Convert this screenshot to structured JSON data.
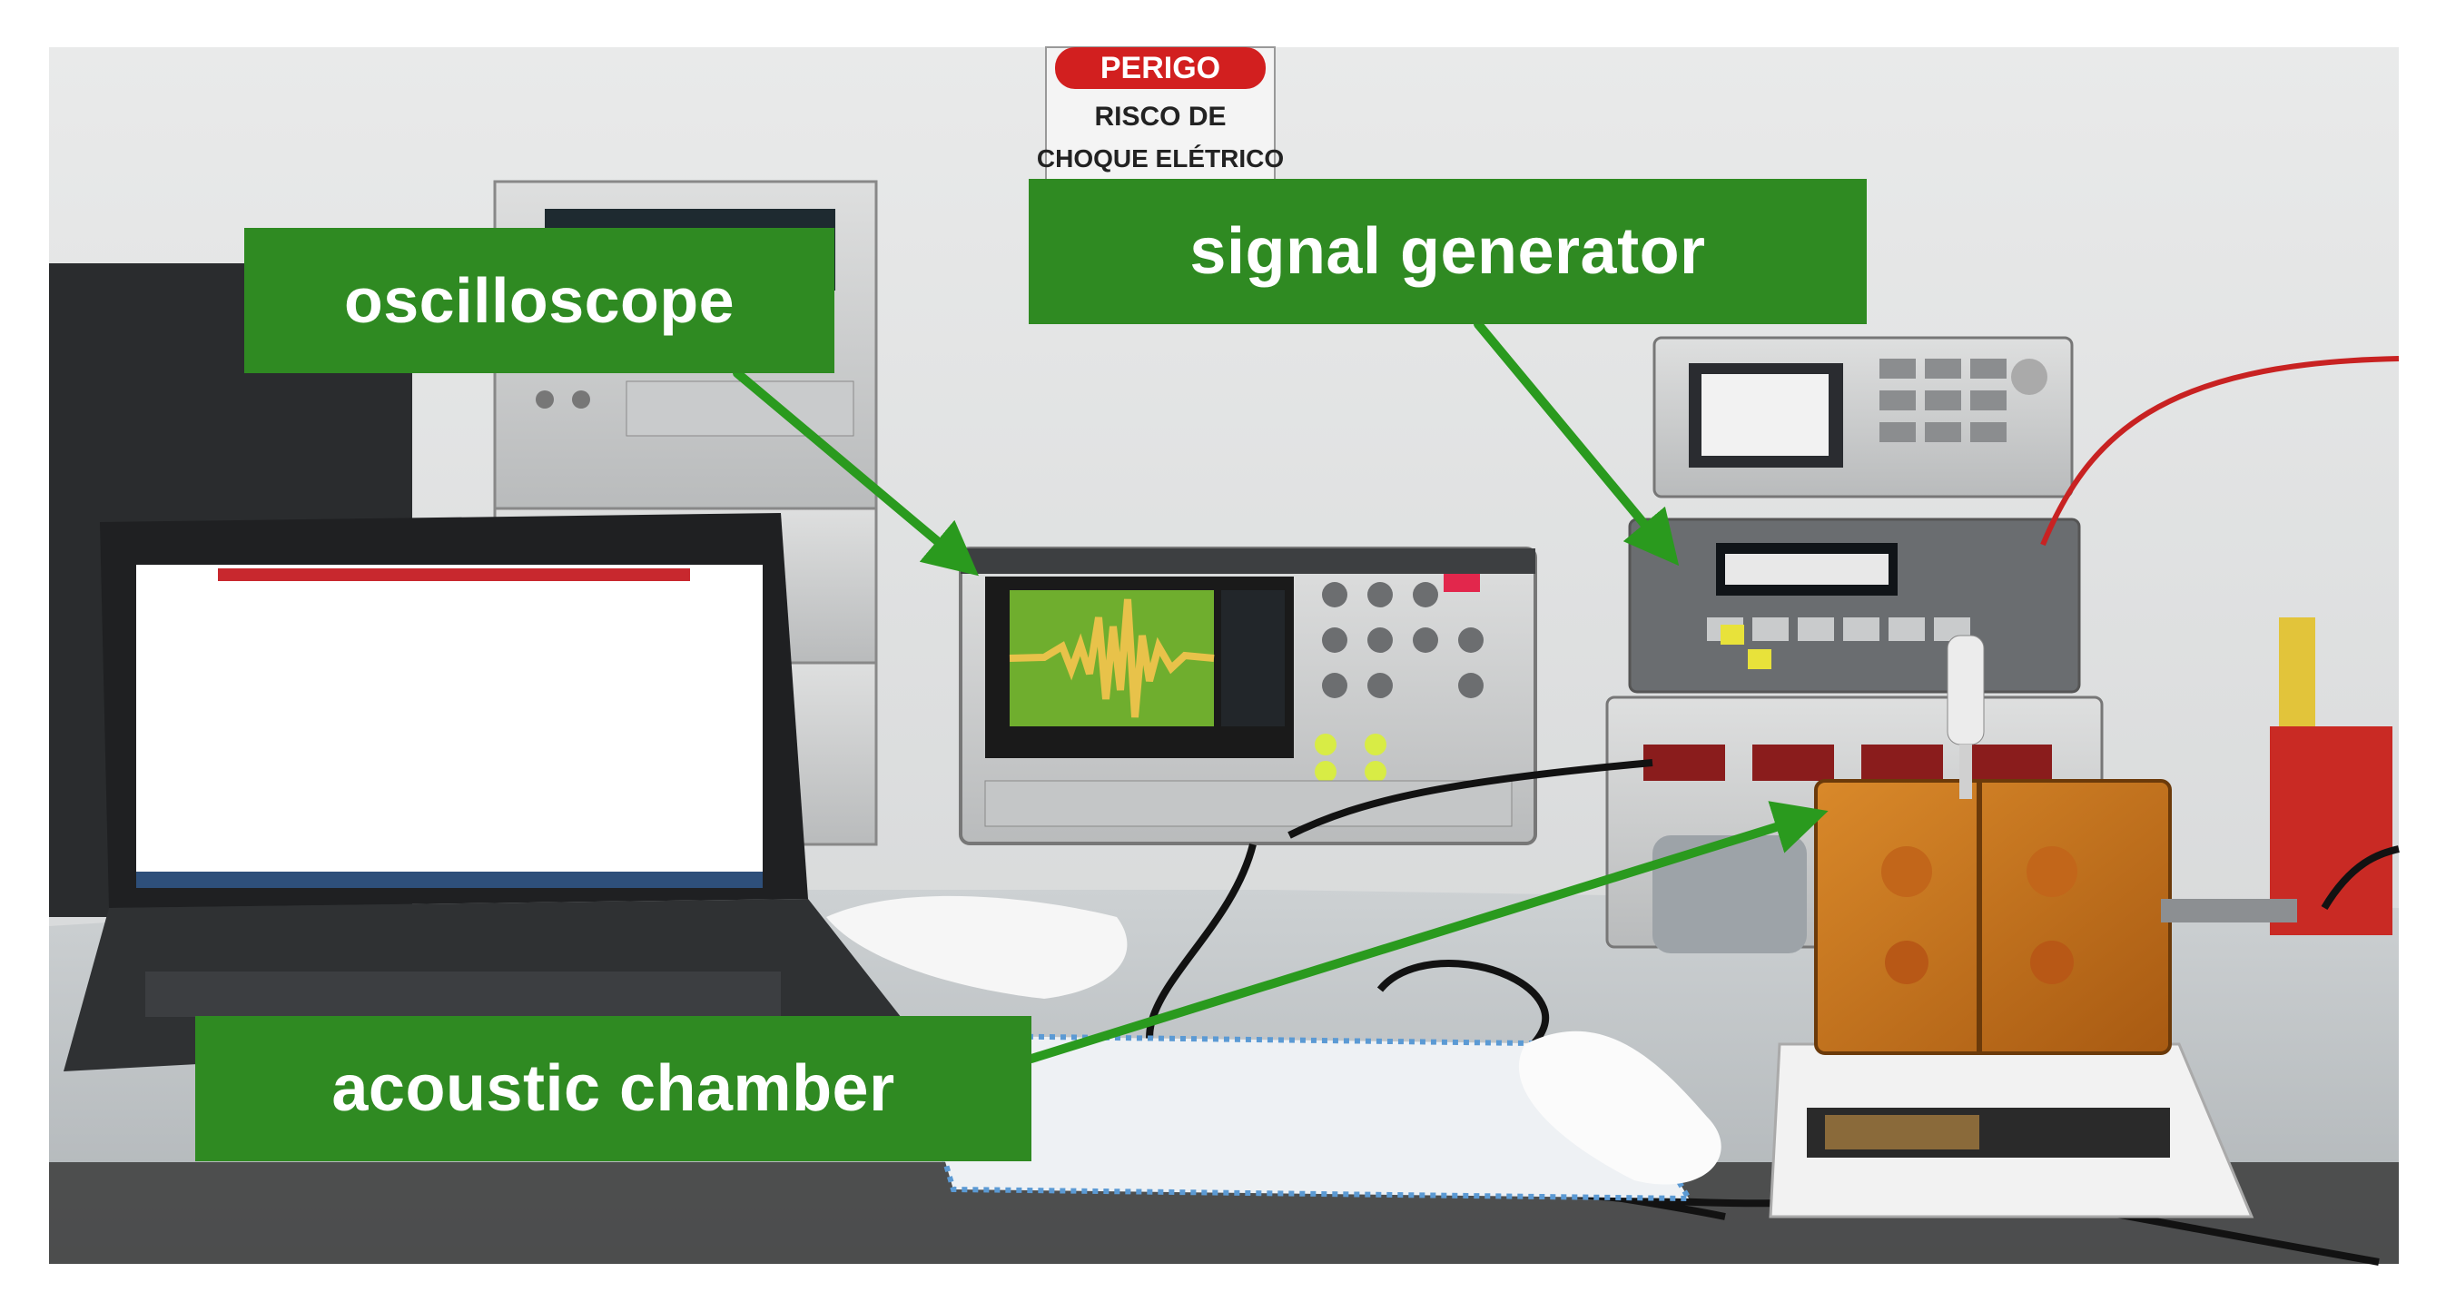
{
  "annotations": {
    "oscilloscope": "oscilloscope",
    "signal_generator": "signal generator",
    "acoustic_chamber": "acoustic chamber"
  },
  "warning_sign": {
    "title": "PERIGO",
    "line1": "RISCO DE",
    "line2": "CHOQUE ELÉTRICO"
  },
  "colors": {
    "label_background": "#2f8a22",
    "label_text": "#ffffff",
    "arrow": "#2a9a1e",
    "scope_trace": "#e8c24a",
    "scope_background": "#6fae2e",
    "chamber_fluid": "#c8741e"
  }
}
